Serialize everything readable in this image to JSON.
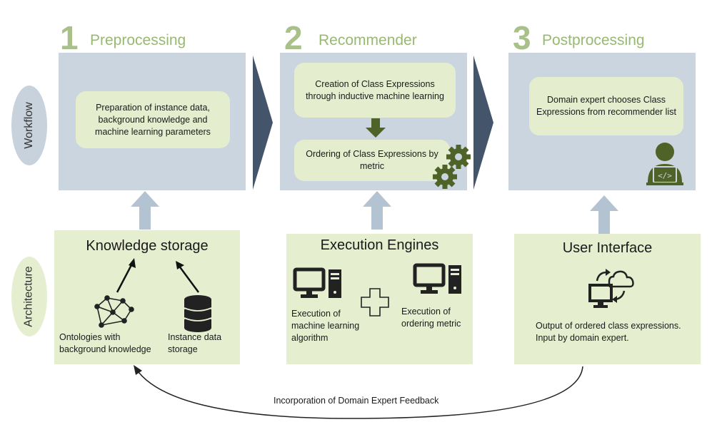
{
  "side_labels": {
    "workflow": "Workflow",
    "architecture": "Architecture"
  },
  "steps": [
    {
      "number": "1",
      "title": "Preprocessing"
    },
    {
      "number": "2",
      "title": "Recommender"
    },
    {
      "number": "3",
      "title": "Postprocessing"
    }
  ],
  "workflow": {
    "preprocessing_box": "Preparation of instance data, background knowledge and machine learning parameters",
    "creation_box": "Creation of Class Expressions through inductive machine learning",
    "ordering_box": "Ordering of Class Expressions by metric",
    "expert_box": "Domain expert chooses Class Expressions from recommender list"
  },
  "architecture": {
    "knowledge": {
      "title": "Knowledge storage",
      "ontology_label": "Ontologies with background knowledge",
      "instance_label": "Instance data storage"
    },
    "engines": {
      "title": "Execution Engines",
      "ml_label": "Execution of machine learning algorithm",
      "metric_label": "Execution of ordering metric"
    },
    "ui": {
      "title": "User Interface",
      "output_label": "Output of ordered class expressions. Input by domain expert."
    }
  },
  "feedback_label": "Incorporation of Domain Expert Feedback",
  "colors": {
    "workflow_panel": "#cbd5df",
    "box_green": "#e5edcf",
    "step_green": "#98b873",
    "chevron": "#44546a",
    "down_arrow": "#4f6228",
    "gear": "#4f6228",
    "up_arrow": "#b4c3d2",
    "icon_dark": "#333333"
  }
}
